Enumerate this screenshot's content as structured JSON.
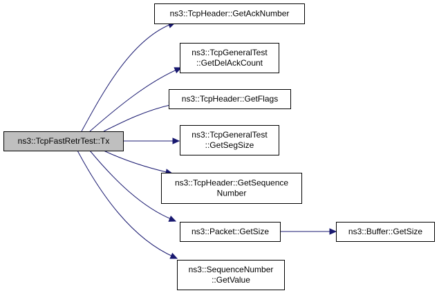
{
  "graph": {
    "root": {
      "id": "root",
      "lines": [
        "ns3::TcpFastRetrTest::Tx"
      ]
    },
    "nodes": [
      {
        "id": "ack",
        "lines": [
          "ns3::TcpHeader::GetAckNumber"
        ]
      },
      {
        "id": "delack",
        "lines": [
          "ns3::TcpGeneralTest",
          "::GetDelAckCount"
        ]
      },
      {
        "id": "flags",
        "lines": [
          "ns3::TcpHeader::GetFlags"
        ]
      },
      {
        "id": "segsize",
        "lines": [
          "ns3::TcpGeneralTest",
          "::GetSegSize"
        ]
      },
      {
        "id": "seq",
        "lines": [
          "ns3::TcpHeader::GetSequence",
          "Number"
        ]
      },
      {
        "id": "pktsize",
        "lines": [
          "ns3::Packet::GetSize"
        ]
      },
      {
        "id": "bufsize",
        "lines": [
          "ns3::Buffer::GetSize"
        ]
      },
      {
        "id": "seqval",
        "lines": [
          "ns3::SequenceNumber",
          "::GetValue"
        ]
      }
    ],
    "edges": [
      {
        "from": "root",
        "to": "ack"
      },
      {
        "from": "root",
        "to": "delack"
      },
      {
        "from": "root",
        "to": "flags"
      },
      {
        "from": "root",
        "to": "segsize"
      },
      {
        "from": "root",
        "to": "seq"
      },
      {
        "from": "root",
        "to": "pktsize"
      },
      {
        "from": "root",
        "to": "seqval"
      },
      {
        "from": "pktsize",
        "to": "bufsize"
      }
    ],
    "colors": {
      "edge": "#191970",
      "root_fill": "#bfbfbf",
      "node_fill": "#ffffff",
      "border": "#000000"
    }
  }
}
